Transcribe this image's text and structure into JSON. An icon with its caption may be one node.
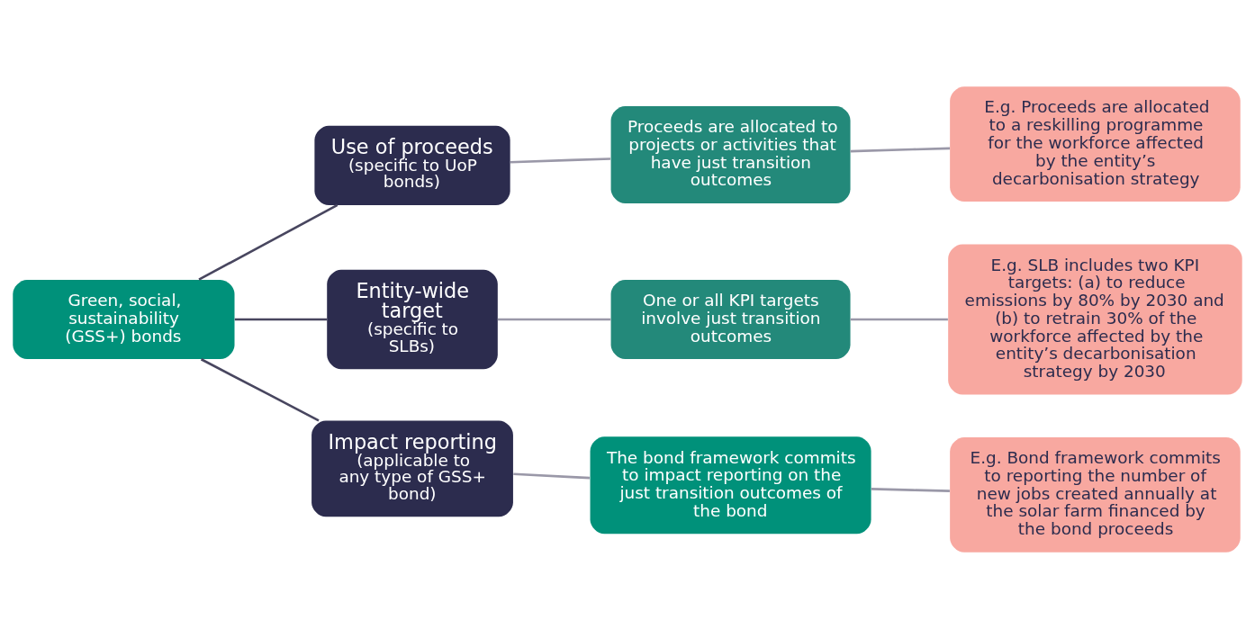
{
  "diagram": {
    "nodes": [
      {
        "text": [
          "Green, social, sustainability (GSS+) bonds"
        ]
      },
      {
        "text": [
          "Use of proceeds",
          "(specific to UoP bonds)"
        ]
      },
      {
        "text": [
          "Proceeds are allocated to projects or activities that have just transition outcomes"
        ]
      },
      {
        "text": [
          "E.g. Proceeds are allocated to a reskilling programme for the workforce affected by the entity’s decarbonisation strategy"
        ]
      },
      {
        "text": [
          "Entity-wide target",
          "(specific to SLBs)"
        ]
      },
      {
        "text": [
          "One or all KPI targets involve just transition outcomes"
        ]
      },
      {
        "text": [
          "E.g. SLB includes two KPI targets: (a) to reduce emissions by 80% by 2030 and (b) to retrain 30% of the workforce affected by the entity’s decarbonisation strategy by 2030"
        ]
      },
      {
        "text": [
          "Impact reporting",
          "(applicable to any type of GSS+ bond)"
        ]
      },
      {
        "text": [
          "The bond framework commits to impact reporting on the just transition outcomes of the bond"
        ]
      },
      {
        "text": [
          "E.g. Bond framework commits to reporting the number of new jobs created annually at the solar farm financed by the bond proceeds"
        ]
      }
    ],
    "edges": [
      {
        "from": 0,
        "to": 1,
        "arrow": "none",
        "color": "#48465f"
      },
      {
        "from": 0,
        "to": 4,
        "arrow": "none",
        "color": "#48465f"
      },
      {
        "from": 0,
        "to": 7,
        "arrow": "none",
        "color": "#48465f"
      },
      {
        "from": 1,
        "to": 2,
        "arrow": "none"
      },
      {
        "from": 2,
        "to": 3,
        "arrow": "none"
      },
      {
        "from": 4,
        "to": 5,
        "arrow": "none"
      },
      {
        "from": 5,
        "to": 6,
        "arrow": "none"
      },
      {
        "from": 7,
        "to": 8,
        "arrow": "none"
      },
      {
        "from": 8,
        "to": 9,
        "arrow": "none"
      }
    ]
  }
}
